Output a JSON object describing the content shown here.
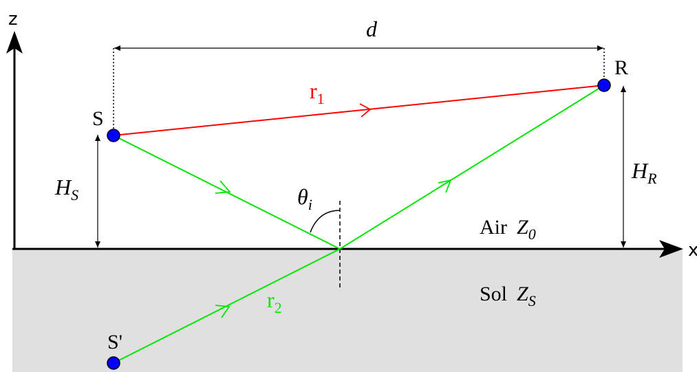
{
  "axes": {
    "z": "z",
    "x": "x"
  },
  "labels": {
    "d": "d",
    "source": "S",
    "receiver": "R",
    "image_source": "S'",
    "direct_path": {
      "base": "r",
      "sub": "1"
    },
    "reflected_path": {
      "base": "r",
      "sub": "2"
    },
    "source_height": {
      "base": "H",
      "sub": "S"
    },
    "receiver_height": {
      "base": "H",
      "sub": "R"
    },
    "incidence_angle": {
      "base": "θ",
      "sub": "i"
    },
    "air": {
      "name": "Air",
      "impedance": "Z",
      "sub": "0"
    },
    "ground": {
      "name": "Sol",
      "impedance": "Z",
      "sub": "S"
    }
  },
  "colors": {
    "direct_ray": "#ff0000",
    "reflected_ray": "#00e600",
    "point_fill": "#0000ff",
    "ground_fill": "#e0e0e0",
    "ink": "#000000"
  }
}
